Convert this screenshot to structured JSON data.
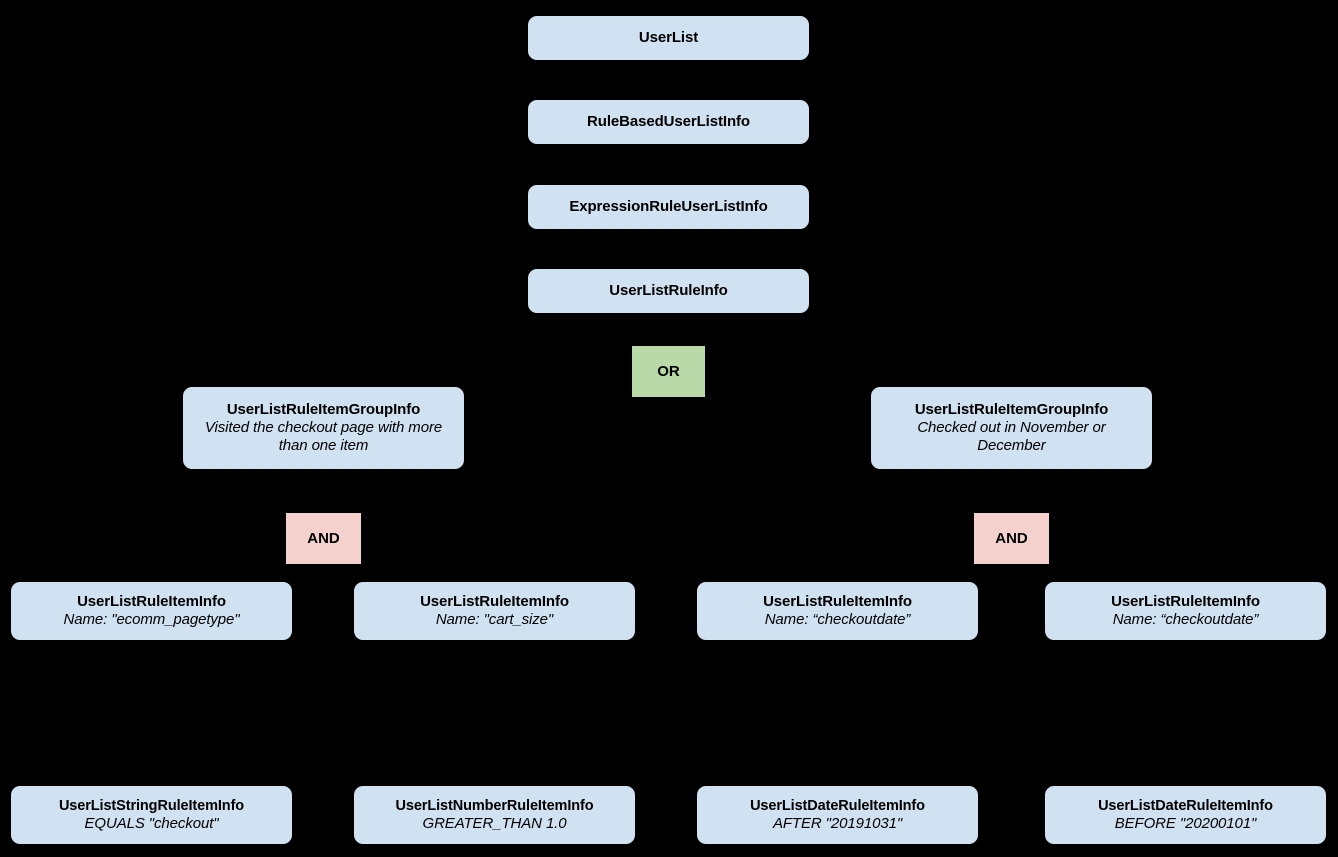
{
  "diagram": {
    "kind": "hierarchy",
    "background_color": "#000000",
    "entity_fill": "#d0e1f2",
    "or_fill": "#b9d9a8",
    "and_fill": "#f5d1cd",
    "text_color": "#000000"
  },
  "chain": {
    "user_list": "UserList",
    "rule_based_user_list_info": "RuleBasedUserListInfo",
    "expression_rule_user_list_info": "ExpressionRuleUserListInfo",
    "user_list_rule_info": "UserListRuleInfo"
  },
  "operators": {
    "or": "OR",
    "and_left": "AND",
    "and_right": "AND"
  },
  "groups": [
    {
      "title": "UserListRuleItemGroupInfo",
      "description": "Visited the checkout page with more than one item"
    },
    {
      "title": "UserListRuleItemGroupInfo",
      "description": "Checked out in November or December"
    }
  ],
  "rule_items": [
    {
      "title": "UserListRuleItemInfo",
      "detail": "Name: \"ecomm_pagetype\""
    },
    {
      "title": "UserListRuleItemInfo",
      "detail": "Name: \"cart_size\""
    },
    {
      "title": "UserListRuleItemInfo",
      "detail": "Name: “checkoutdate”"
    },
    {
      "title": "UserListRuleItemInfo",
      "detail": "Name: “checkoutdate”"
    }
  ],
  "leaf_items": [
    {
      "title": "UserListStringRuleItemInfo",
      "detail": "EQUALS \"checkout\""
    },
    {
      "title": "UserListNumberRuleItemInfo",
      "detail": "GREATER_THAN 1.0"
    },
    {
      "title": "UserListDateRuleItemInfo",
      "detail": "AFTER \"20191031\""
    },
    {
      "title": "UserListDateRuleItemInfo",
      "detail": "BEFORE \"20200101\""
    }
  ]
}
